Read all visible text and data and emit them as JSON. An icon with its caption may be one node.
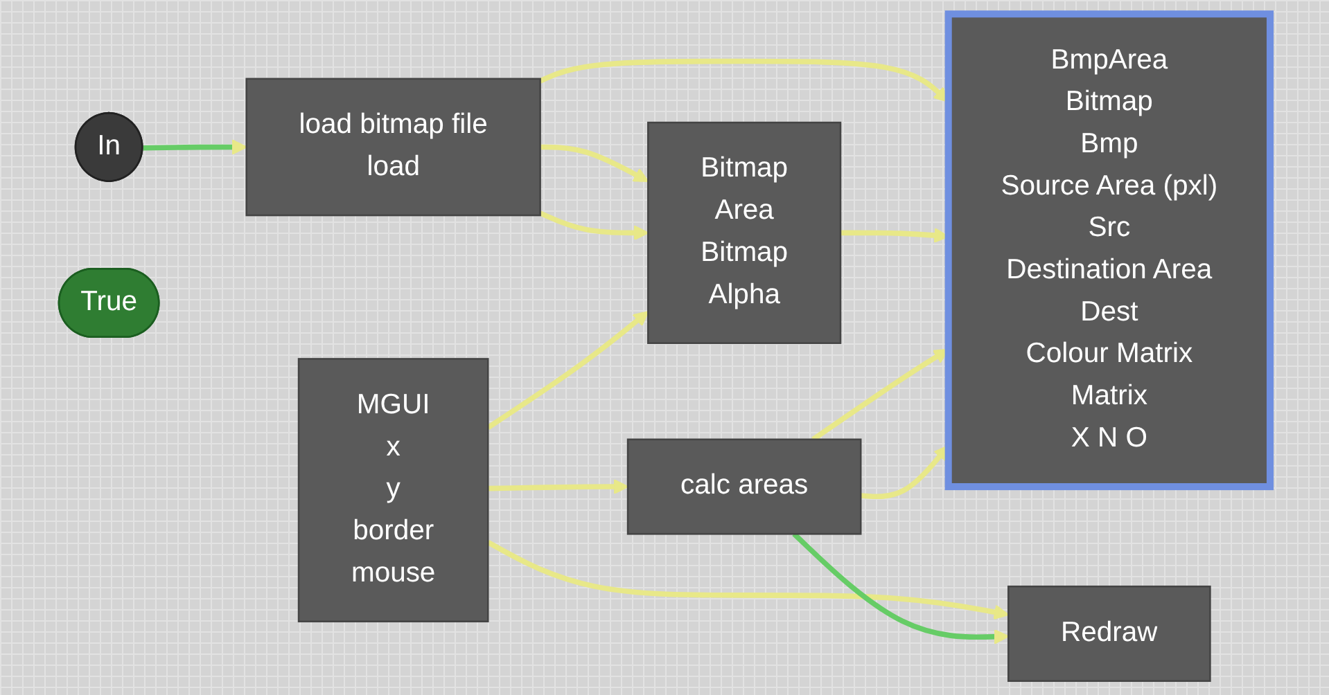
{
  "diagram": {
    "nodes": [
      {
        "text": [
          "In"
        ]
      },
      {
        "text": [
          "load bitmap file",
          "load"
        ]
      },
      {
        "text": [
          "Bitmap",
          "Area",
          "Bitmap",
          "Alpha"
        ]
      },
      {
        "text": [
          "BmpArea",
          "Bitmap",
          "Bmp",
          "Source Area (pxl)",
          "Src",
          "Destination Area",
          "Dest",
          "Colour Matrix",
          "Matrix",
          "X N O"
        ]
      },
      {
        "text": [
          "MGUI",
          "x",
          "y",
          "border",
          "mouse"
        ]
      },
      {
        "text": [
          "calc areas"
        ]
      },
      {
        "text": [
          "True"
        ]
      },
      {
        "text": [
          "Redraw"
        ]
      }
    ],
    "edges": [
      {
        "from": 0,
        "to": 1,
        "arrow": "to",
        "color": "#66cc66"
      },
      {
        "from": 1,
        "to": 2,
        "arrow": "to"
      },
      {
        "from": 1,
        "to": 2,
        "arrow": "to"
      },
      {
        "from": 1,
        "to": 3,
        "arrow": "to"
      },
      {
        "from": 4,
        "to": 2,
        "arrow": "to"
      },
      {
        "from": 4,
        "to": 5,
        "arrow": "to"
      },
      {
        "from": 4,
        "to": 7,
        "arrow": "to"
      },
      {
        "from": 2,
        "to": 3,
        "arrow": "to"
      },
      {
        "from": 5,
        "to": 3,
        "arrow": "to"
      },
      {
        "from": 5,
        "to": 3,
        "arrow": "to"
      },
      {
        "from": 5,
        "to": 7,
        "arrow": "to",
        "color": "#66cc66"
      }
    ]
  }
}
